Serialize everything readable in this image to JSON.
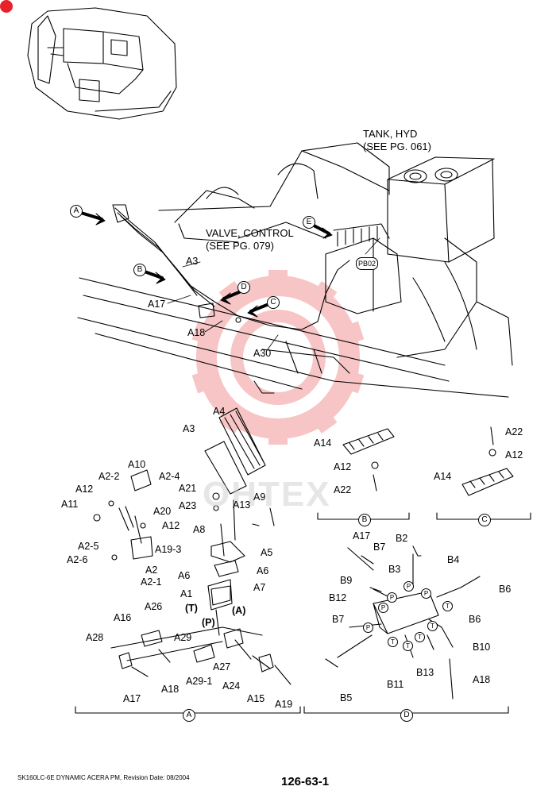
{
  "page": {
    "tank_callout": [
      "TANK, HYD",
      "(SEE PG. 061)"
    ],
    "valve_callout": [
      "VALVE, CONTROL",
      "(SEE PG. 079)"
    ],
    "connector_label": "PB02",
    "watermark_text": "OHTEX",
    "footer_left": "SK160LC-6E DYNAMIC ACERA PM, Revision Date: 08/2004",
    "page_number": "126-63-1"
  },
  "views": {
    "arrow_letters": [
      "A",
      "B",
      "C",
      "D",
      "E"
    ],
    "view_labels": [
      "A",
      "B",
      "C",
      "D"
    ]
  },
  "main_parts": [
    "A3",
    "A17",
    "A18",
    "A30"
  ],
  "view_a_parts": [
    "A4",
    "A3",
    "A10",
    "A2-2",
    "A2-4",
    "A12",
    "A11",
    "A20",
    "A12",
    "A19-3",
    "A2-5",
    "A2-6",
    "A2",
    "A2-1",
    "A21",
    "A23",
    "A13",
    "A9",
    "A8",
    "A5",
    "A6",
    "A6",
    "A7",
    "A1",
    "(T)",
    "(A)",
    "(P)",
    "A16",
    "A26",
    "A28",
    "A29",
    "A27",
    "A29-1",
    "A24",
    "A15",
    "A19",
    "A18",
    "A17"
  ],
  "view_b_parts": [
    "A14",
    "A12",
    "A22"
  ],
  "view_c_parts": [
    "A22",
    "A12",
    "A14"
  ],
  "view_d_parts": [
    "A17",
    "B7",
    "B2",
    "B3",
    "B4",
    "B6",
    "B9",
    "B12",
    "B7",
    "B6",
    "B10",
    "B13",
    "A18",
    "B11",
    "B5"
  ],
  "port_marks": [
    "P",
    "T"
  ],
  "colors": {
    "watermark": "#e63232",
    "badge": "#e8212a",
    "ink": "#000000"
  }
}
